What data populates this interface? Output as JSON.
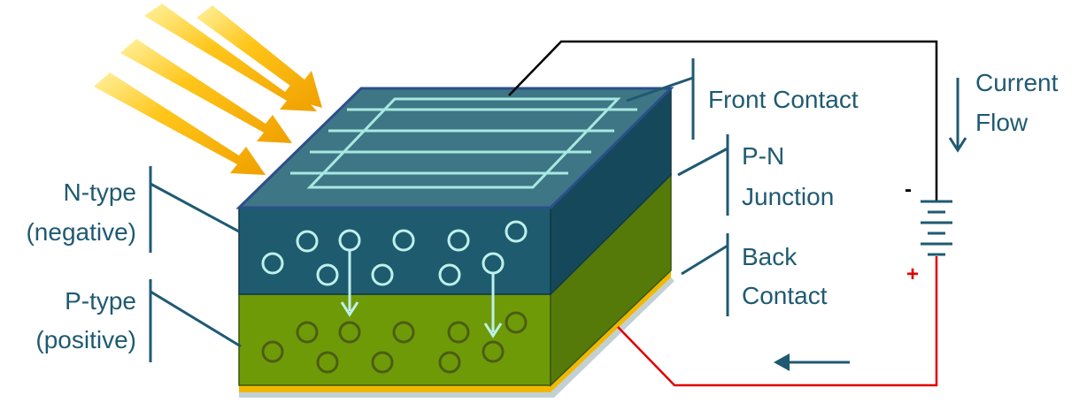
{
  "labels": {
    "front_contact": "Front Contact",
    "pn_junction_line1": "P-N",
    "pn_junction_line2": "Junction",
    "back_contact_line1": "Back",
    "back_contact_line2": "Contact",
    "ntype_line1": "N-type",
    "ntype_line2": "(negative)",
    "ptype_line1": "P-type",
    "ptype_line2": "(positive)",
    "current_line1": "Current",
    "current_line2": "Flow",
    "battery_negative": "-",
    "battery_positive": "+"
  },
  "colors": {
    "label_text": "#1f5a72",
    "ntype_front": "#1e5b6f",
    "ntype_right": "#15485a",
    "top_face": "#3e7686",
    "top_border": "#2b4f8a",
    "grid_lines": "#a8e8e0",
    "ptype_front": "#6e9a08",
    "ptype_right": "#557a0a",
    "back_contact": "#f0b800",
    "sunlight": "#ffc000",
    "electron_circle": "#bff0ea",
    "hole_circle": "#4c5d12",
    "wire_top": "#000000",
    "wire_bottom": "#e00000",
    "battery_plus": "#e00000"
  },
  "icons": {
    "sun_rays": "sunlight-arrows-icon",
    "battery": "battery-icon",
    "current_down": "arrow-down-icon",
    "current_left": "arrow-left-icon"
  }
}
